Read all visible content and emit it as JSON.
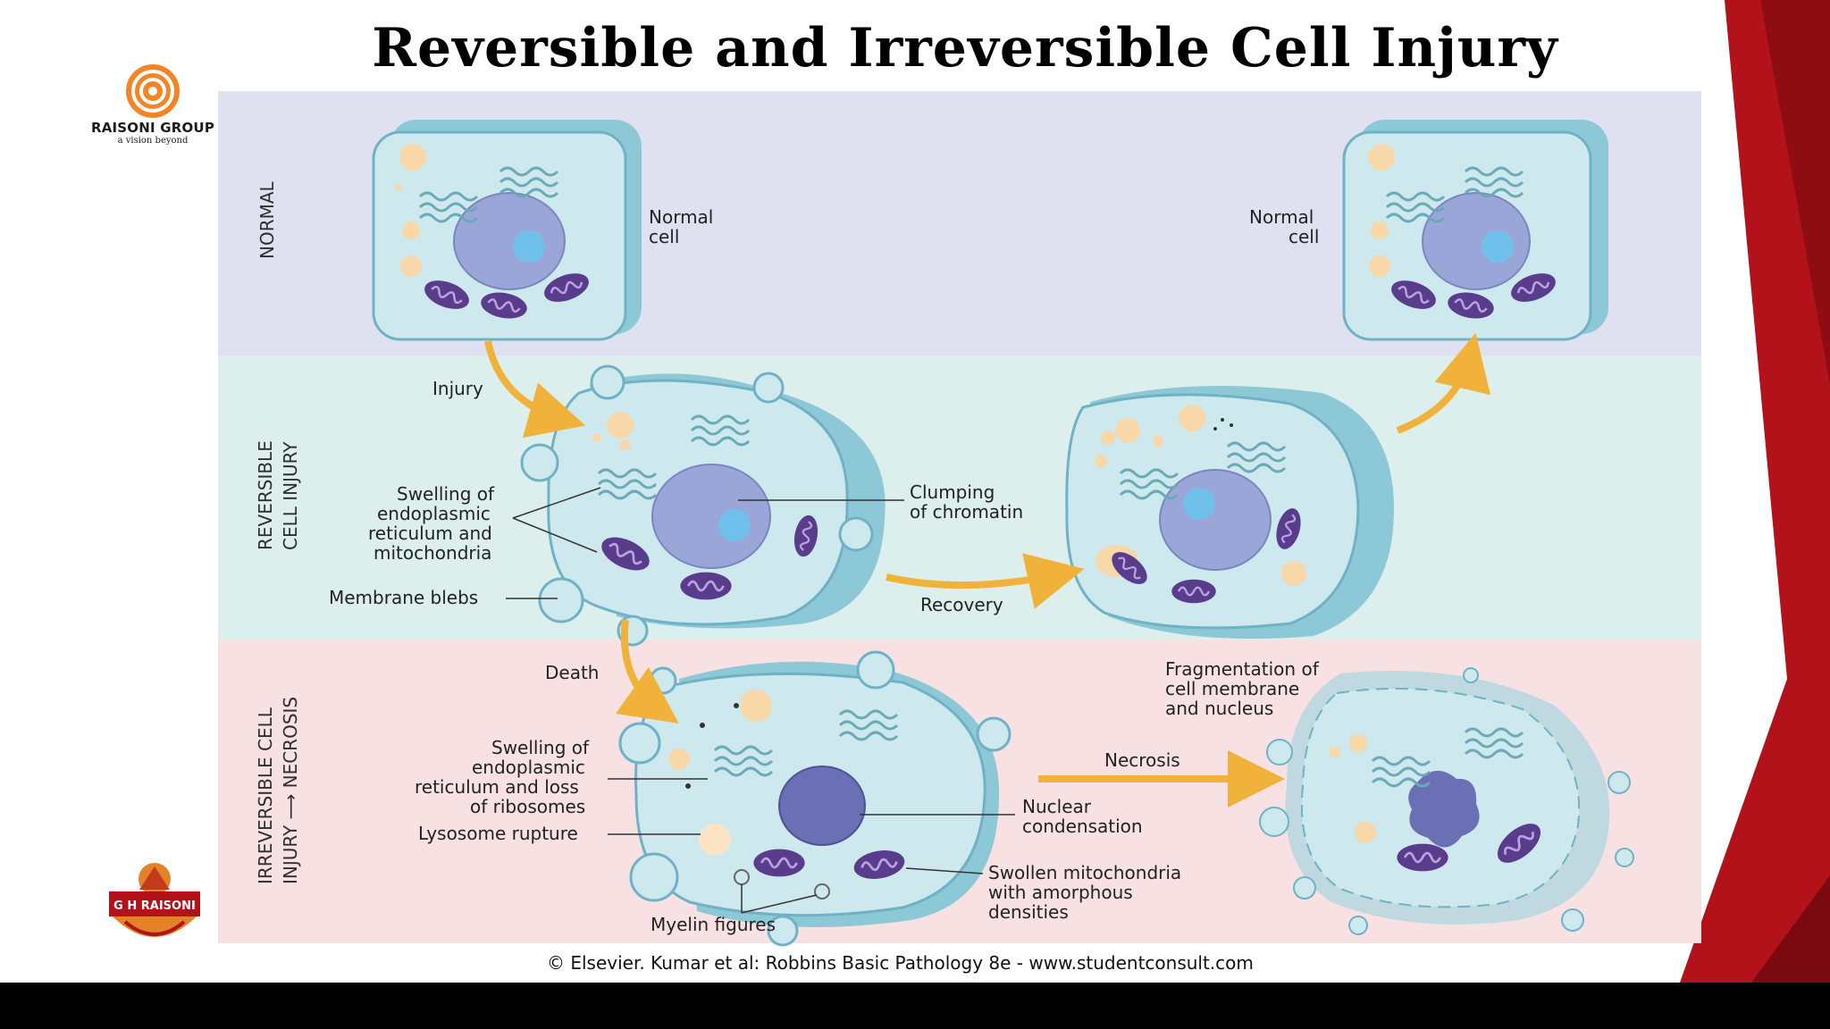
{
  "slide": {
    "title": "Reversible and Irreversible Cell  Injury",
    "logo_top_name": "RAISONI GROUP",
    "logo_top_tagline": "a vision beyond",
    "logo_bottom_name": "G H RAISONI"
  },
  "sections": {
    "normal": "NORMAL",
    "reversible_1": "REVERSIBLE",
    "reversible_2": "CELL INJURY",
    "irreversible_1": "IRREVERSIBLE CELL",
    "irreversible_2": "INJURY ⟶ NECROSIS"
  },
  "labels": {
    "normal_cell_left_1": "Normal",
    "normal_cell_left_2": "cell",
    "normal_cell_right_1": "Normal",
    "normal_cell_right_2": "cell",
    "injury": "Injury",
    "swelling_rev_1": "Swelling of",
    "swelling_rev_2": "endoplasmic",
    "swelling_rev_3": "reticulum and",
    "swelling_rev_4": "mitochondria",
    "membrane_blebs": "Membrane blebs",
    "clumping_1": "Clumping",
    "clumping_2": "of chromatin",
    "recovery": "Recovery",
    "death": "Death",
    "swelling_irr_1": "Swelling of",
    "swelling_irr_2": "endoplasmic",
    "swelling_irr_3": "reticulum and loss",
    "swelling_irr_4": "of ribosomes",
    "lysosome_rupture": "Lysosome rupture",
    "myelin_figures": "Myelin figures",
    "nuclear_1": "Nuclear",
    "nuclear_2": "condensation",
    "swollen_mito_1": "Swollen mitochondria",
    "swollen_mito_2": "with amorphous",
    "swollen_mito_3": "densities",
    "necrosis": "Necrosis",
    "fragmentation_1": "Fragmentation of",
    "fragmentation_2": "cell membrane",
    "fragmentation_3": "and nucleus"
  },
  "credit": "© Elsevier. Kumar et al: Robbins Basic Pathology 8e - www.studentconsult.com",
  "colors": {
    "band_normal": "#dfe1f1",
    "band_reversible": "#dcefec",
    "band_irreversible": "#f7e1e3",
    "accent_red": "#b3121a",
    "arrow": "#f0b23a",
    "cell_fill": "#cde9ee",
    "cell_edge": "#6fb2c6",
    "nucleus": "#9aa6d8",
    "mitochondria": "#5a3c8c"
  }
}
